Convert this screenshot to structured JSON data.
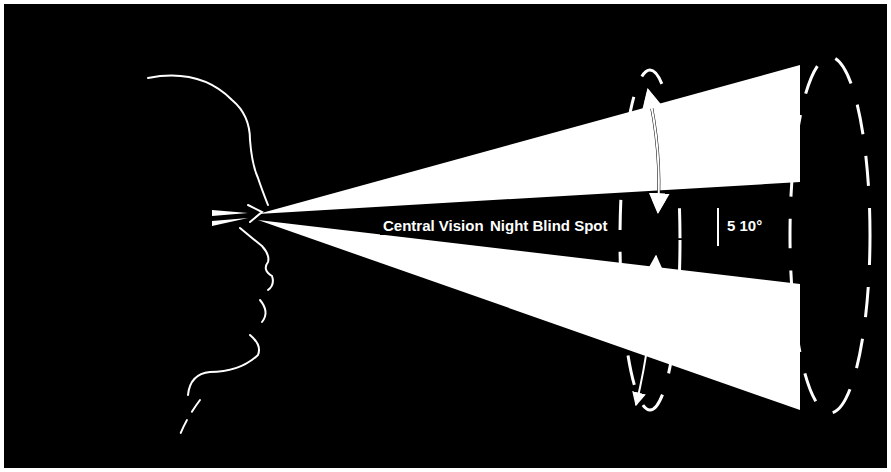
{
  "diagram": {
    "labels": [
      "Central Vision",
      "Night Blind Spot",
      "5 10°"
    ]
  }
}
